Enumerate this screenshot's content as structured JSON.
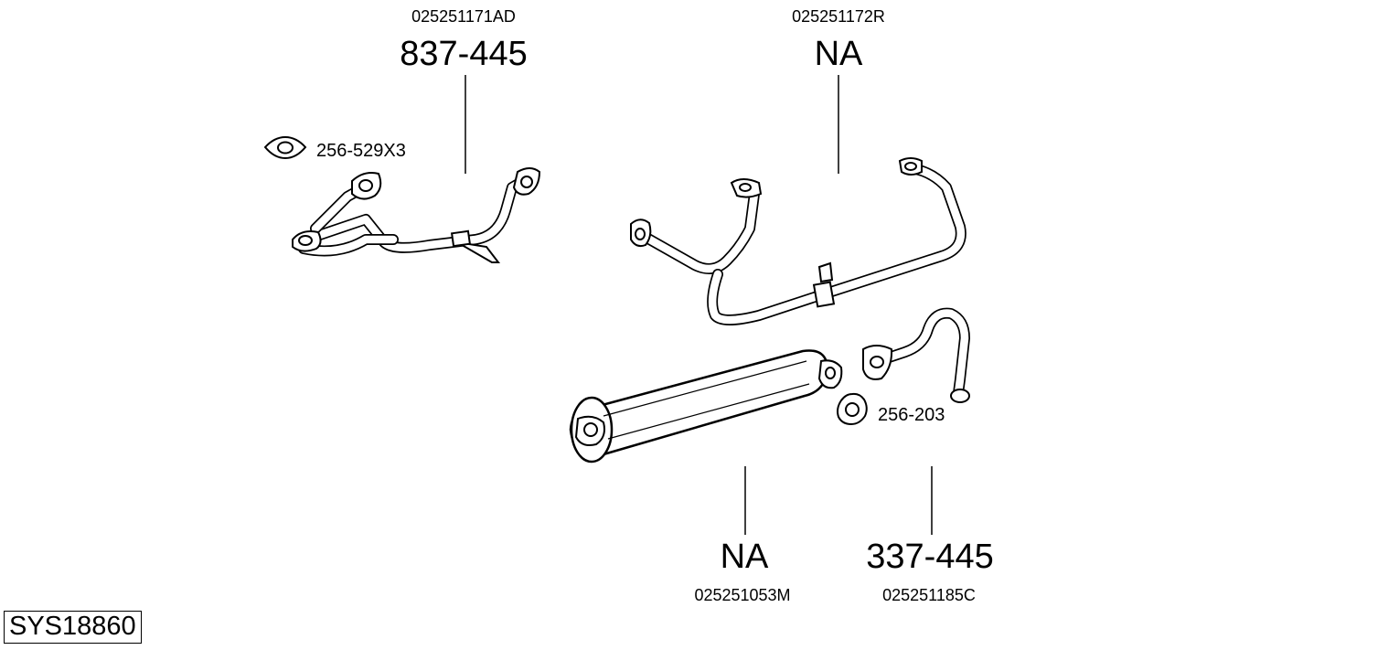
{
  "diagram_id": "SYS18860",
  "parts": [
    {
      "oem": "025251171AD",
      "code": "837-445"
    },
    {
      "oem": "025251172R",
      "code": "NA"
    },
    {
      "oem": "025251053M",
      "code": "NA"
    },
    {
      "oem": "025251185C",
      "code": "337-445"
    }
  ],
  "gaskets": [
    {
      "code": "256-529X3"
    },
    {
      "code": "256-203"
    }
  ]
}
